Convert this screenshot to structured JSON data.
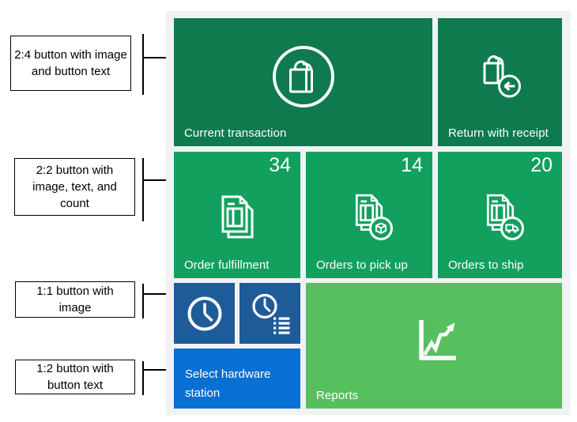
{
  "colors": {
    "panel_bg": "#f1f2f4",
    "dark_green": "#0e7a4e",
    "medium_green": "#12a05e",
    "light_green": "#56bf5e",
    "dark_blue": "#1e5c99",
    "bright_blue": "#0a6fd2",
    "tile_text": "#ffffff",
    "annotation_text": "#000000"
  },
  "annotations": [
    {
      "label": "2:4 button with image and button text"
    },
    {
      "label": "2:2 button with image, text, and count"
    },
    {
      "label": "1:1 button with image"
    },
    {
      "label": "1:2 button with button text"
    }
  ],
  "tiles": {
    "current_transaction": {
      "label": "Current transaction",
      "icon": "shopping-bag-circle-icon"
    },
    "return_with_receipt": {
      "label": "Return with receipt",
      "icon": "shopping-bag-return-arrow-icon"
    },
    "order_fulfillment": {
      "label": "Order fulfillment",
      "count": "34",
      "icon": "order-documents-icon"
    },
    "orders_to_pick_up": {
      "label": "Orders to pick up",
      "count": "14",
      "icon": "order-documents-package-icon"
    },
    "orders_to_ship": {
      "label": "Orders to ship",
      "count": "20",
      "icon": "order-documents-truck-icon"
    },
    "time_clock": {
      "icon": "clock-icon"
    },
    "time_clock_entries": {
      "icon": "clock-list-icon"
    },
    "select_hardware_station": {
      "label": "Select hardware station"
    },
    "reports": {
      "label": "Reports",
      "icon": "line-chart-arrow-icon"
    }
  }
}
